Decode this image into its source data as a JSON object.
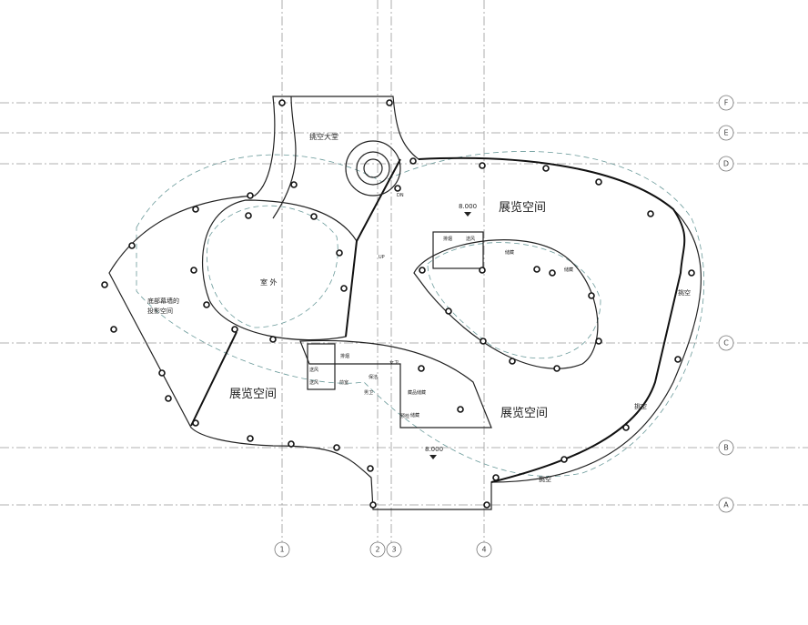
{
  "grid_axes": {
    "rows": [
      "F",
      "E",
      "D",
      "C",
      "B",
      "A"
    ],
    "columns": [
      "1",
      "2",
      "3",
      "4"
    ]
  },
  "labels": {
    "atrium_lobby": "挑空大堂",
    "exhibition_top": "展览空间",
    "exhibition_left": "展览空间",
    "exhibition_bottom": "展览空间",
    "outdoor": "室 外",
    "curtain_wall_1": "底部幕墙的",
    "curtain_wall_2": "投影空间",
    "void_right": "挑空",
    "void_mid": "挑空",
    "void_bottom": "挑空",
    "elev_top": "8.000",
    "elev_bottom": "8.000",
    "down": "DN",
    "up": "UP",
    "smoke_exhaust": "排烟",
    "air_supply": "送风",
    "storage_1": "储藏",
    "storage_2": "储藏",
    "storage_3": "储藏",
    "collection_storage": "藏品储藏",
    "inspection": "预检",
    "womens_wc": "女卫",
    "mens_wc": "男卫",
    "cleaning": "保洁",
    "front_room": "前室",
    "smoke_exhaust_2": "排烟",
    "air_supply_2": "送风",
    "air_supply_3": "送风"
  }
}
